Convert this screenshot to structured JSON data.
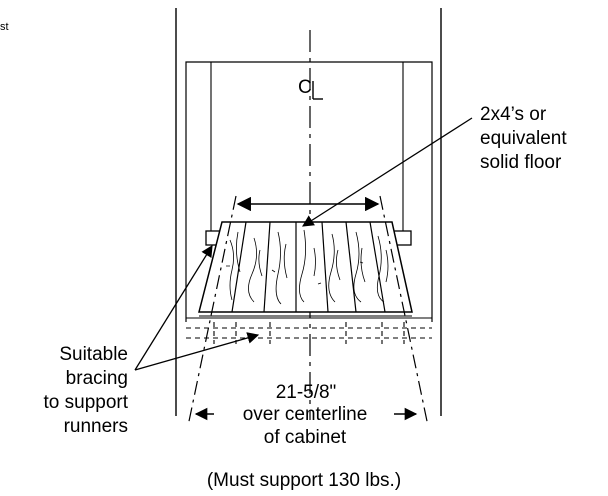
{
  "edge_fragment": "st",
  "centerline_symbol": "C",
  "callout_floor": [
    "2x4’s or",
    "equivalent",
    "solid floor"
  ],
  "callout_bracing": [
    "Suitable",
    "bracing",
    "to support",
    "runners"
  ],
  "dimension": [
    "21-5/8\"",
    "over centerline",
    "of cabinet"
  ],
  "caption": "(Must support 130 lbs.)"
}
